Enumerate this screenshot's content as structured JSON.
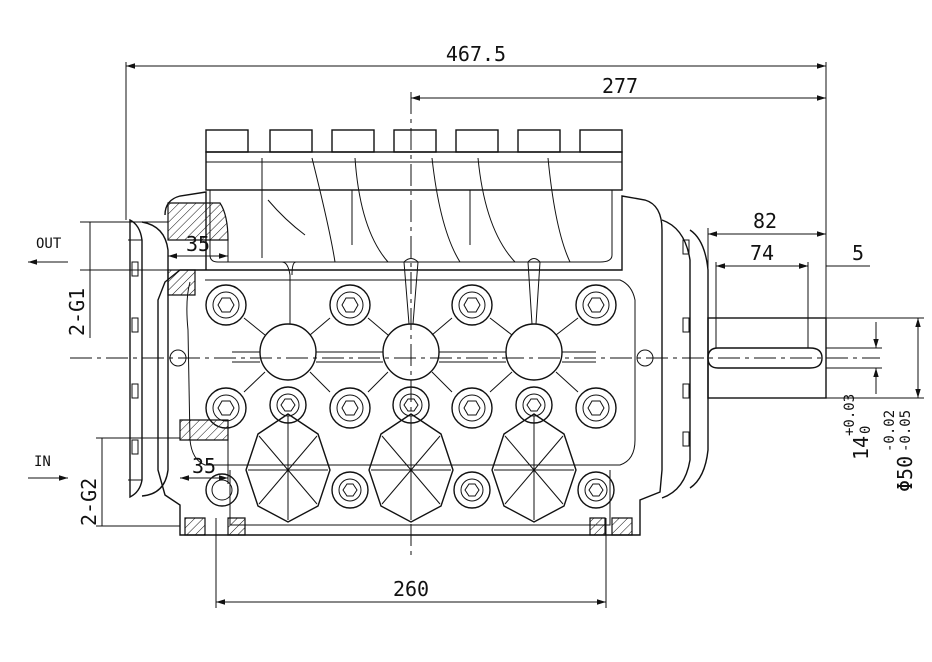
{
  "dimensions": {
    "overall_length": "467.5",
    "center_to_shaft": "277",
    "shaft_length": "82",
    "key_length": "74",
    "key_offset": "5",
    "port_depth_out": "35",
    "port_depth_in": "35",
    "mount_spacing": "260",
    "key_width": "14",
    "key_width_tol_upper": "+0.03",
    "key_width_tol_lower": "0",
    "shaft_diameter": "Φ50",
    "shaft_tol_upper": "-0.02",
    "shaft_tol_lower": "-0.05"
  },
  "ports": {
    "outlet_label": "OUT",
    "outlet_thread": "2-G1",
    "inlet_label": "IN",
    "inlet_thread": "2-G2"
  }
}
